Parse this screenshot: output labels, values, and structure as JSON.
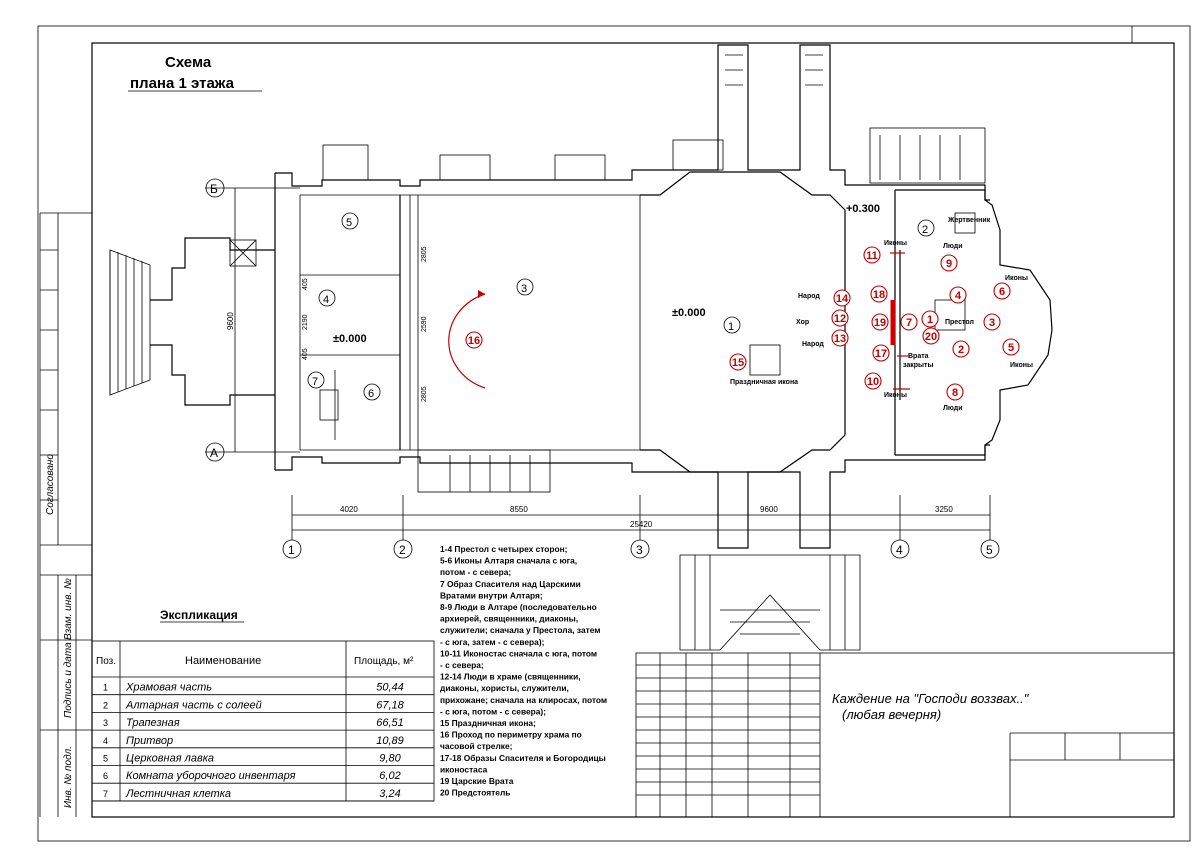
{
  "title": {
    "line1": "Схема",
    "line2": "плана 1 этажа"
  },
  "side_stamp": {
    "agreed": "Согласовано",
    "inv_vzam": "Взам. инв. №",
    "sign_date": "Подпись и дата",
    "inv_podl": "Инв. № подл."
  },
  "plan_labels": {
    "level_main": "±0.000",
    "level_nave": "±0.000",
    "level_altar": "+0.300",
    "narod_top": "Народ",
    "khor": "Хор",
    "narod_bottom": "Народ",
    "ikony_top": "Иконы",
    "ikony_bottom": "Иконы",
    "lyudi_top": "Люди",
    "lyudi_bottom": "Люди",
    "ikony_right_top": "Иконы",
    "ikony_right_bottom": "Иконы",
    "zhertvennik": "Жертвенник",
    "prestol": "Престол",
    "vrata": "Врата",
    "zakryty": "закрыты",
    "prazdnichnaya": "Праздничная икона"
  },
  "rooms": [
    "1",
    "2",
    "3",
    "4",
    "5",
    "6",
    "7"
  ],
  "axes": {
    "letters": [
      "Б",
      "А"
    ],
    "numbers": [
      "1",
      "2",
      "3",
      "4",
      "5"
    ],
    "spans": [
      "4020",
      "8550",
      "9600",
      "3250"
    ],
    "total": "25420",
    "vertical_total": "9600",
    "vert_dims": [
      "2805",
      "2590",
      "2805"
    ],
    "small_dims": [
      "405",
      "2190",
      "405"
    ]
  },
  "markers": [
    {
      "n": "1"
    },
    {
      "n": "2"
    },
    {
      "n": "3"
    },
    {
      "n": "4"
    },
    {
      "n": "5"
    },
    {
      "n": "6"
    },
    {
      "n": "7"
    },
    {
      "n": "8"
    },
    {
      "n": "9"
    },
    {
      "n": "10"
    },
    {
      "n": "11"
    },
    {
      "n": "12"
    },
    {
      "n": "13"
    },
    {
      "n": "14"
    },
    {
      "n": "15"
    },
    {
      "n": "16"
    },
    {
      "n": "17"
    },
    {
      "n": "18"
    },
    {
      "n": "19"
    },
    {
      "n": "20"
    }
  ],
  "legend": [
    "1-4 Престол с четырех сторон;",
    "5-6 Иконы Алтаря сначала с юга,",
    "потом - с севера;",
    "7 Образ Спасителя над Царскими",
    "Вратами внутри Алтаря;",
    "8-9 Люди в Алтаре (последовательно",
    "архиерей, священники, диаконы,",
    "служители; сначала у Престола, затем",
    "- с юга, затем - с севера);",
    "10-11 Иконостас сначала с юга, потом",
    "- с севера;",
    "12-14 Люди в храме (священники,",
    "диаконы, хористы, служители,",
    "прихожане; сначала на клиросах, потом",
    "- с юга, потом - с севера);",
    "15 Праздничная икона;",
    "16 Проход по периметру храма по",
    "часовой стрелке;",
    "17-18 Образы Спасителя и Богородицы",
    "иконостаса",
    "19 Царские Врата",
    "20 Предстоятель"
  ],
  "explication": {
    "title": "Экспликация",
    "headers": {
      "pos": "Поз.",
      "name": "Наименование",
      "area": "Площадь, м²"
    },
    "rows": [
      {
        "pos": "1",
        "name": "Храмовая часть",
        "area": "50,44"
      },
      {
        "pos": "2",
        "name": "Алтарная часть с солеей",
        "area": "67,18"
      },
      {
        "pos": "3",
        "name": "Трапезная",
        "area": "66,51"
      },
      {
        "pos": "4",
        "name": "Притвор",
        "area": "10,89"
      },
      {
        "pos": "5",
        "name": "Церковная лавка",
        "area": "9,80"
      },
      {
        "pos": "6",
        "name": "Комната уборочного инвентаря",
        "area": "6,02"
      },
      {
        "pos": "7",
        "name": "Лестничная клетка",
        "area": "3,24"
      }
    ]
  },
  "title_block": {
    "caption1": "Каждение на \"Господи воззвах..\"",
    "caption2": "(любая вечерня)"
  }
}
